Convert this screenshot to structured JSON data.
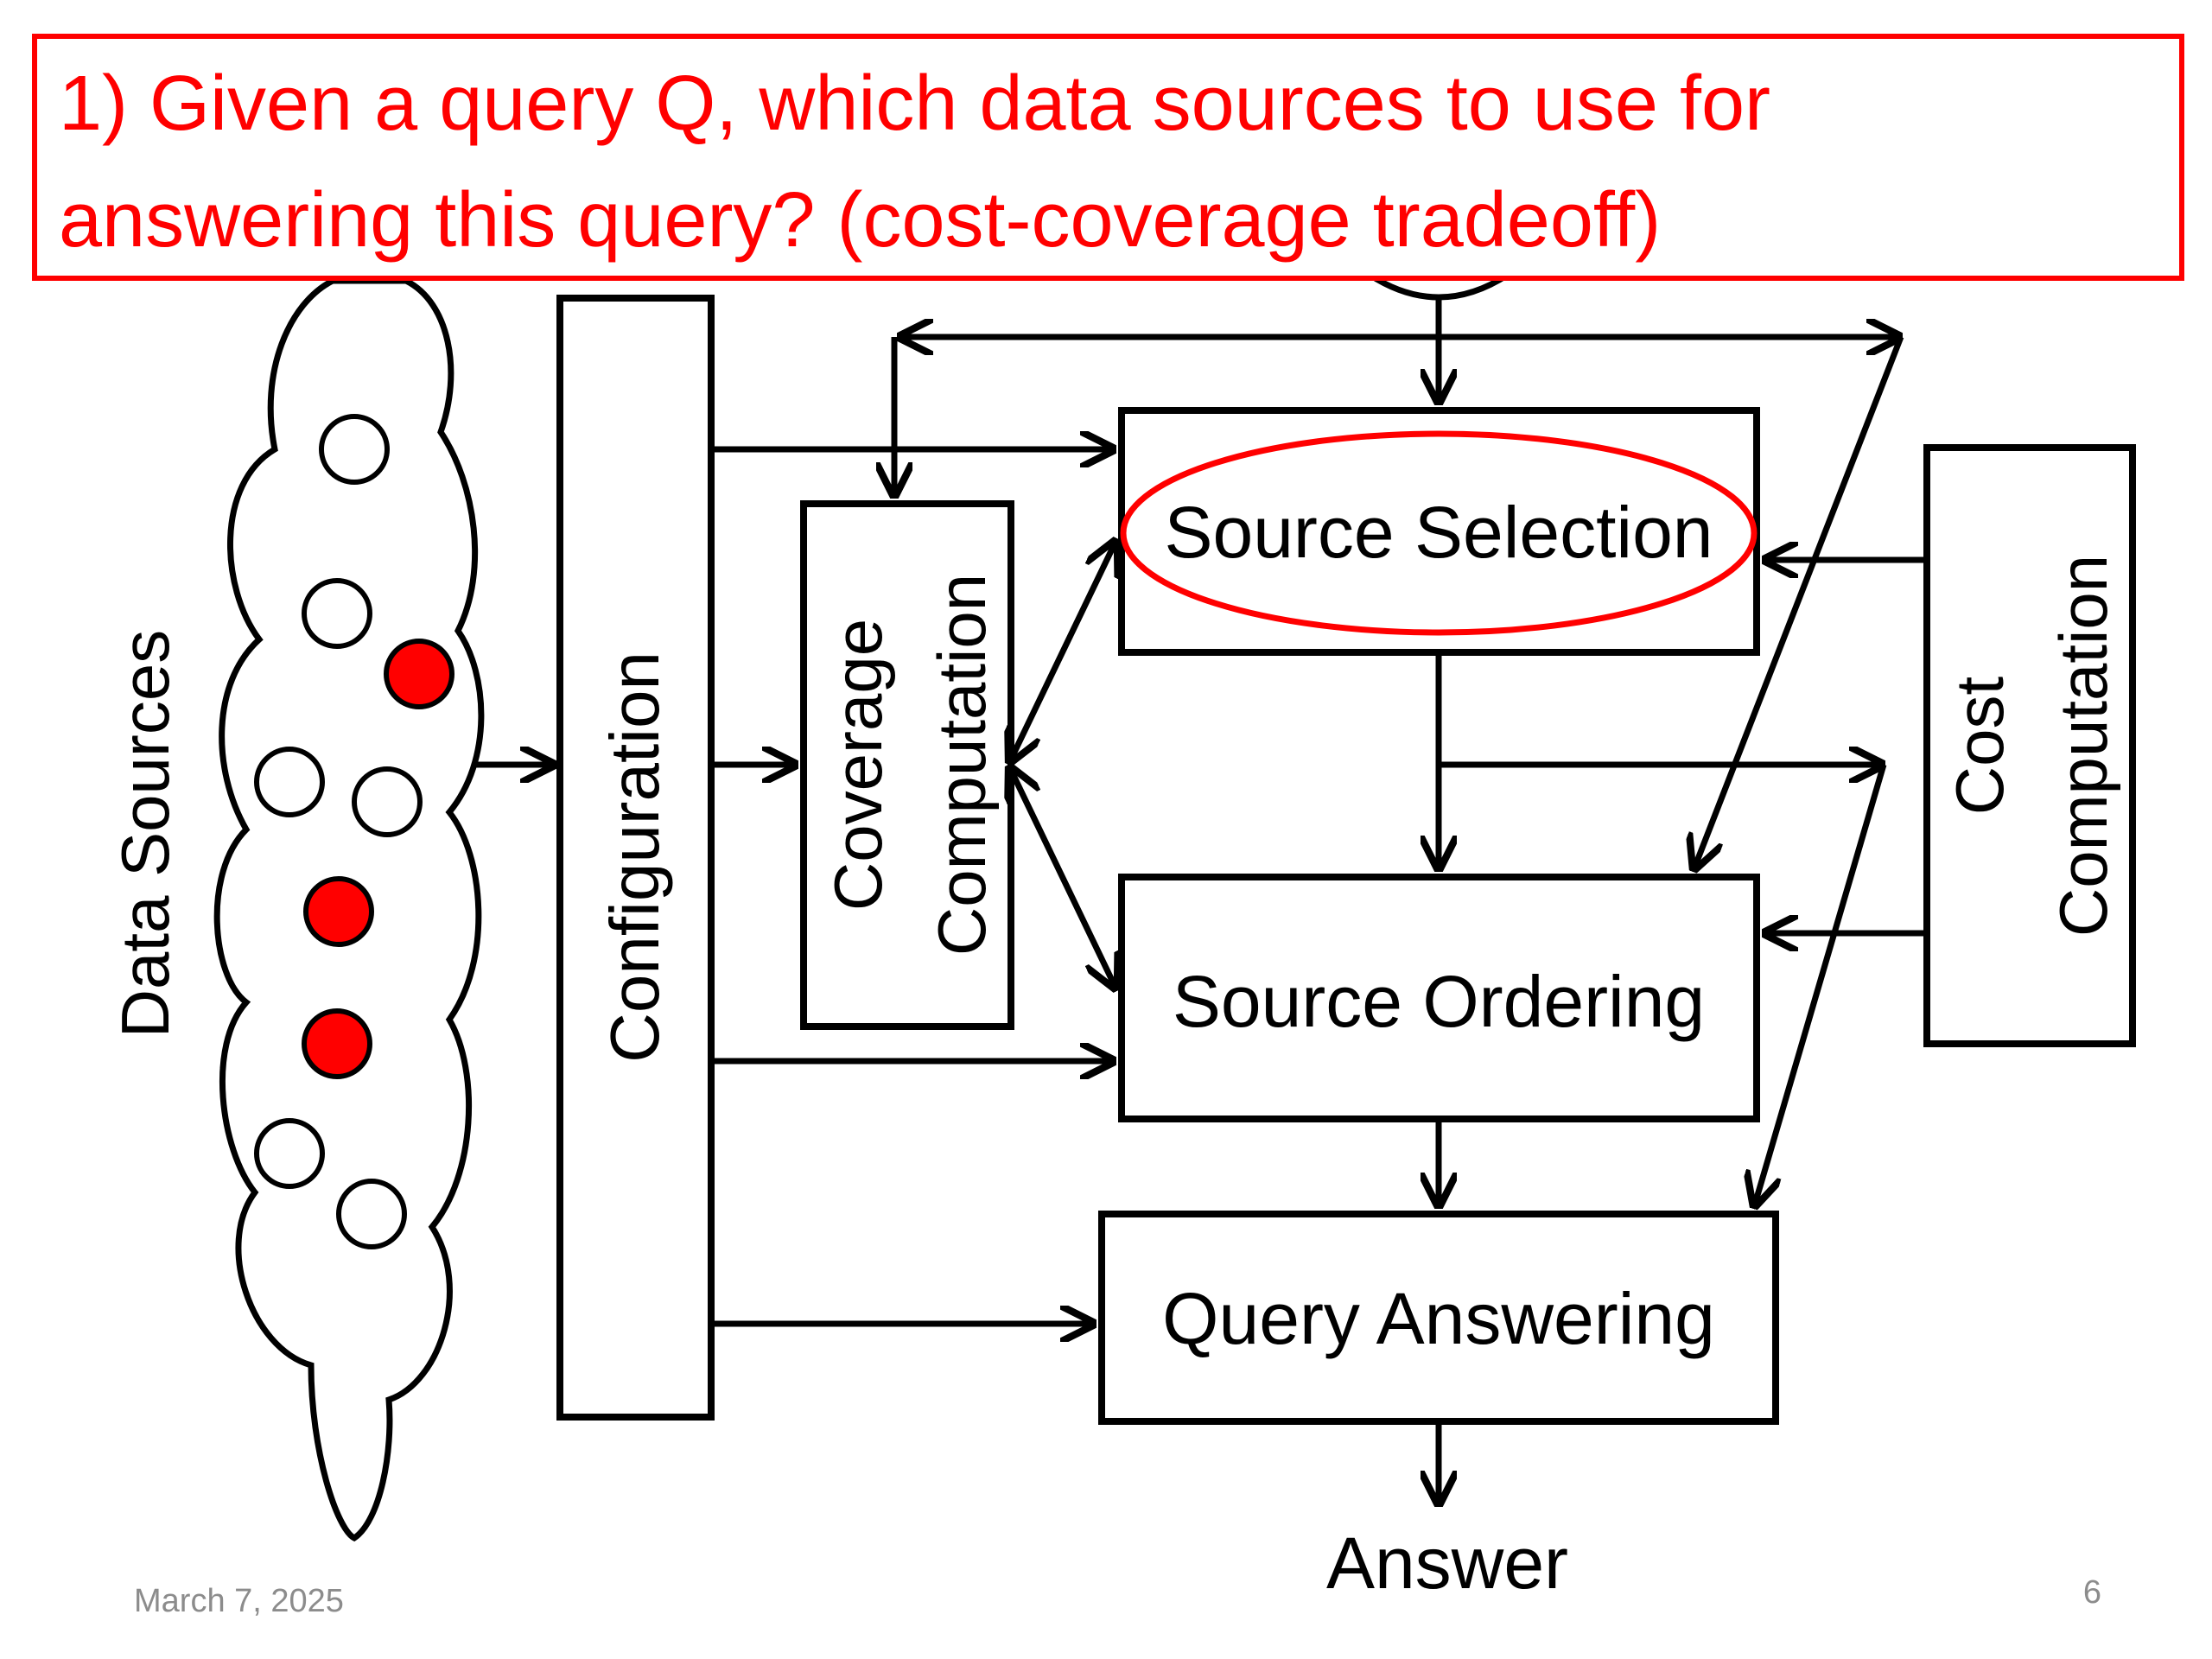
{
  "callout": {
    "line1": "1) Given a query Q, which data sources to use for",
    "line2": "answering this query? (cost-coverage tradeoff)",
    "color": "#ff0000"
  },
  "diagram": {
    "data_sources_label": "Data Sources",
    "configuration": "Configuration",
    "coverage_line1": "Coverage",
    "coverage_line2": "Computation",
    "source_selection": "Source Selection",
    "source_ordering": "Source Ordering",
    "query_answering": "Query Answering",
    "cost_line1": "Cost",
    "cost_line2": "Computation",
    "answer": "Answer",
    "selected_source_color": "#ff0000"
  },
  "footer": {
    "date": "March 7, 2025",
    "page_number": "6"
  }
}
